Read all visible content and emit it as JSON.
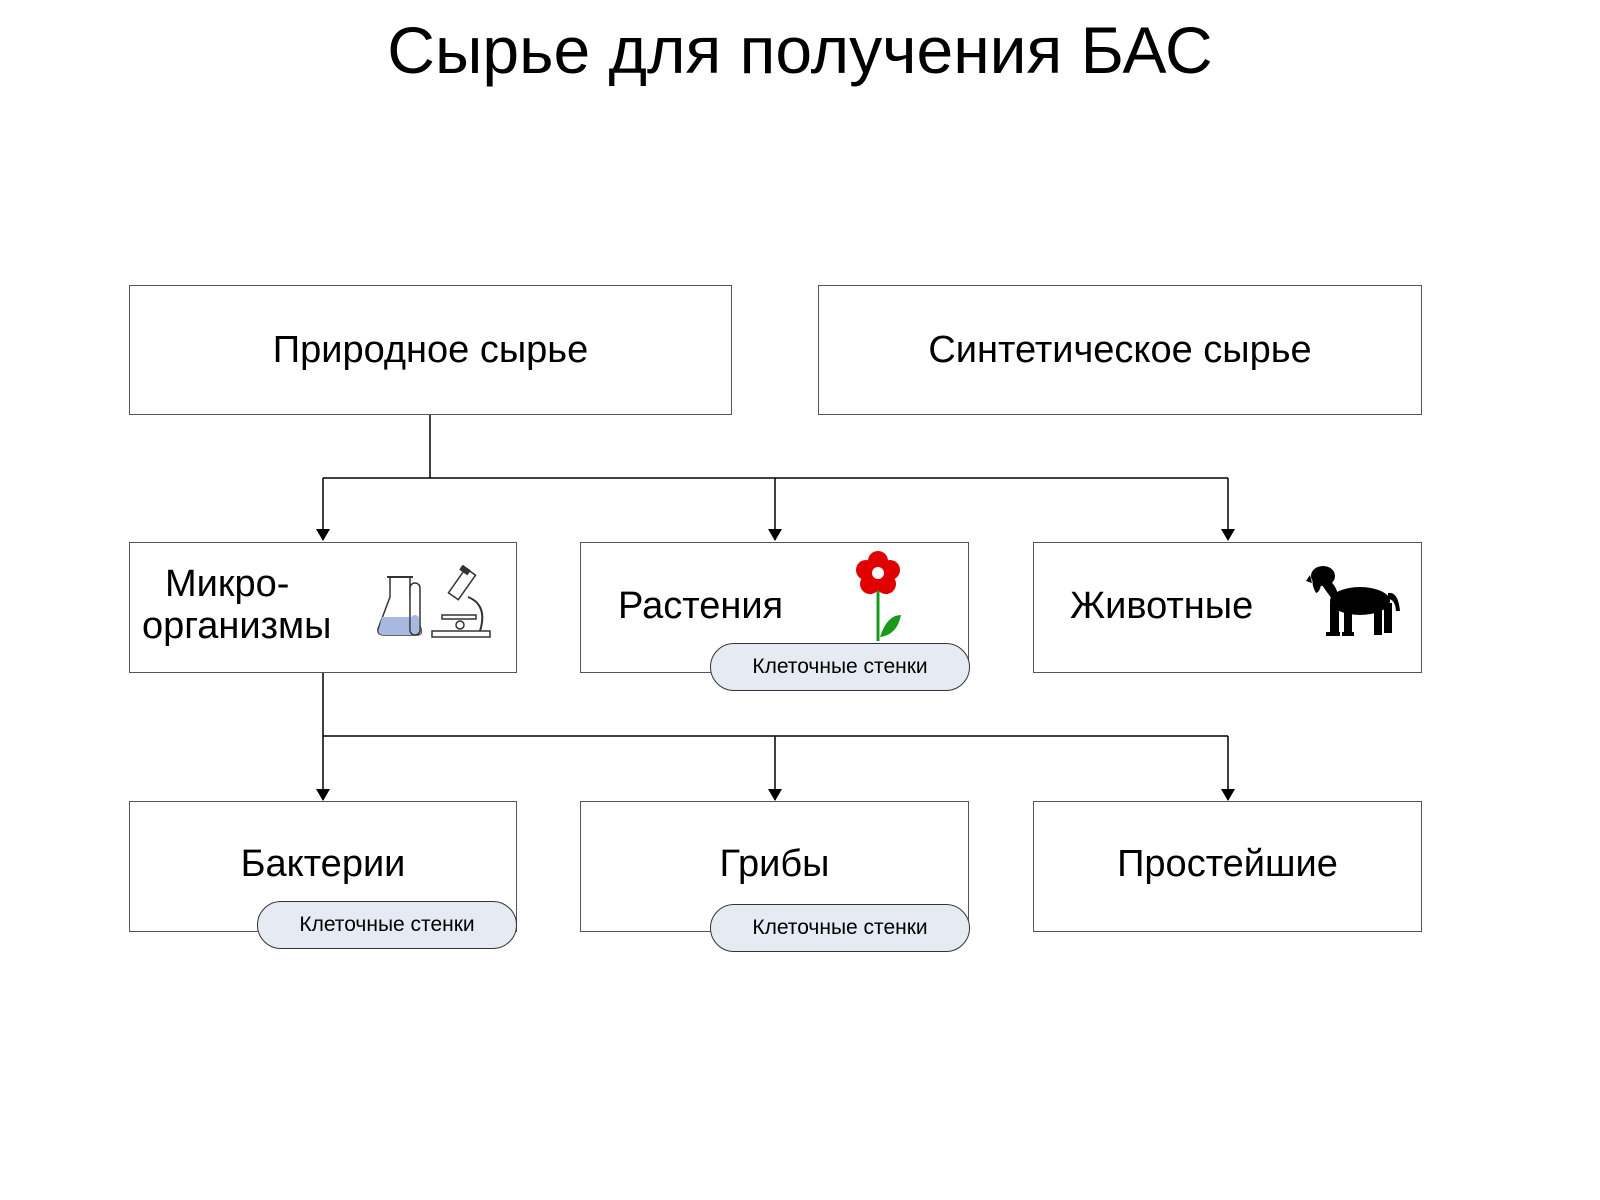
{
  "title": "Сырье для получения БАС",
  "level1": {
    "natural": "Природное сырье",
    "synthetic": "Синтетическое сырье"
  },
  "level2": {
    "micro_line1": "Микро-",
    "micro_line2": "организмы",
    "plants": "Растения",
    "animals": "Животные"
  },
  "level3": {
    "bacteria": "Бактерии",
    "fungi": "Грибы",
    "protozoa": "Простейшие"
  },
  "badge": "Клеточные стенки",
  "icons": {
    "micro": "flask-and-microscope-icon",
    "plants": "flower-icon",
    "animals": "dog-icon"
  },
  "colors": {
    "badge_fill": "#e6ebf3",
    "flower": "#e00000",
    "leaf": "#1a9a1a",
    "flask_liquid": "#a9b8e0"
  }
}
